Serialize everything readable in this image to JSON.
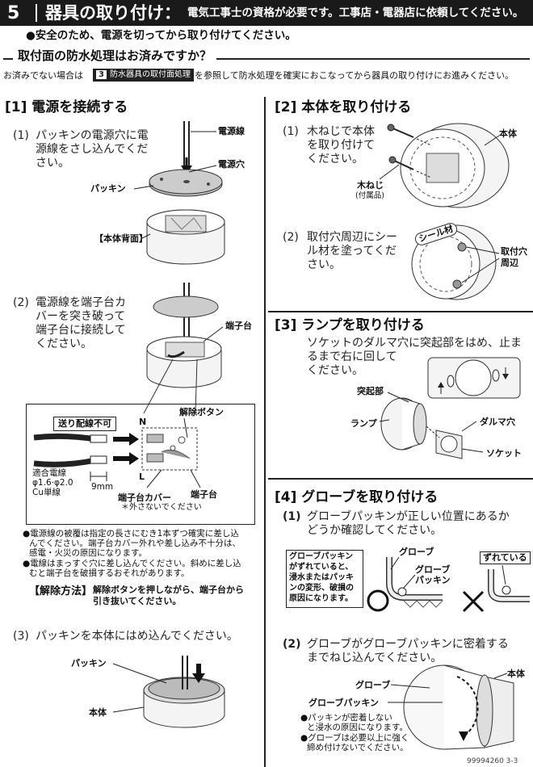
{
  "header": {
    "number": "5",
    "title": "器具の取り付け：",
    "note": "電気工事士の資格が必要です。工事店・電器店に依頼してください。"
  },
  "safety_note": "●安全のため、電源を切ってから取り付けてください。",
  "waterproof": {
    "heading": "取付面の防水処理はお済みですか？",
    "body_before": "お済みでない場合は",
    "badge_num": "3",
    "badge_text": "防水器具の取付面処理",
    "body_after": "を参照して防水処理を確実におこなってから器具の取り付けにお進みください。"
  },
  "left": {
    "section_title": "[1]  電源を接続する",
    "step1": {
      "num": "(1)",
      "lines": [
        "パッキンの電源穴に電",
        "源線をさし込んでくだ",
        "さい。"
      ],
      "labels": {
        "wire": "電源線",
        "hole": "電源穴",
        "packing": "パッキン",
        "back": "【本体背面】"
      }
    },
    "step2": {
      "num": "(2)",
      "lines": [
        "電源線を端子台カ",
        "バーを突き破って",
        "端子台に接続して",
        "ください。"
      ],
      "labels": {
        "terminal": "端子台"
      }
    },
    "detail": {
      "no_feed": "送り配線不可",
      "release_button": "解除ボタン",
      "n": "N",
      "l": "L",
      "wire_spec": [
        "適合電線",
        "φ1.6·φ2.0",
        "Cu単線"
      ],
      "strip": "9mm",
      "cover": "端子台カバー",
      "cover_note": "＊外さないでください",
      "terminal": "端子台"
    },
    "notes": [
      [
        "●電源線の被覆は指定の長さにむき1本ずつ確実に差し込",
        "んでください。端子台カバー外れや差し込み不十分は、",
        "感電・火災の原因になります。"
      ],
      [
        "●電線はまっすぐ穴に差し込んでください。斜めに差し込",
        "むと端子台を破損するおそれがあります。"
      ]
    ],
    "release": {
      "title": "【解除方法】",
      "lines": [
        "解除ボタンを押しながら、端子台から",
        "引き抜いてください。"
      ]
    },
    "step3": {
      "num": "(3)",
      "text": "パッキンを本体にはめ込んでください。",
      "labels": {
        "packing": "パッキン",
        "body": "本体"
      }
    }
  },
  "right": {
    "section2": {
      "title": "[2]  本体を取り付ける",
      "step1": {
        "num": "(1)",
        "lines": [
          "木ねじで本体",
          "を取り付けて",
          "ください。"
        ],
        "labels": {
          "body": "本体",
          "screw": "木ねじ",
          "screw_note": "(付属品)"
        }
      },
      "step2": {
        "num": "(2)",
        "lines": [
          "取付穴周辺にシー",
          "ル材を塗ってくだ",
          "さい。"
        ],
        "labels": {
          "seal": "シール材",
          "hole_area": [
            "取付穴",
            "周辺"
          ]
        }
      }
    },
    "section3": {
      "title": "[3]  ランプを取り付ける",
      "lines": [
        "ソケットのダルマ穴に突起部をはめ、止ま",
        "るまで右に回して",
        "ください。"
      ],
      "labels": {
        "bump": "突起部",
        "lamp": "ランプ",
        "daruma": "ダルマ穴",
        "socket": "ソケット"
      }
    },
    "section4": {
      "title": "[4]  グローブを取り付ける",
      "step1": {
        "num": "(1)",
        "lines": [
          "グローブパッキンが正しい位置にあるか",
          "どうか確認してください。"
        ],
        "warn": [
          "グローブパッキン",
          "がずれていると、",
          "浸水またはパッキ",
          "ンの変形、破損の",
          "原因になります。"
        ],
        "globe": "グローブ",
        "globe_packing": [
          "グローブ",
          "パッキン"
        ],
        "misaligned": "ずれている"
      },
      "step2": {
        "num": "(2)",
        "lines": [
          "グローブがグローブパッキンに密着する",
          "までねじ込んでください。"
        ],
        "labels": {
          "globe": "グローブ",
          "globe_packing": "グローブパッキン",
          "body": "本体"
        },
        "notes": [
          [
            "●パッキンが密着しない",
            "と浸水の原因になります。"
          ],
          [
            "●グローブは必要以上に強く",
            "締め付けないでください。"
          ]
        ]
      }
    }
  },
  "footer_code": "99994260 3-3"
}
